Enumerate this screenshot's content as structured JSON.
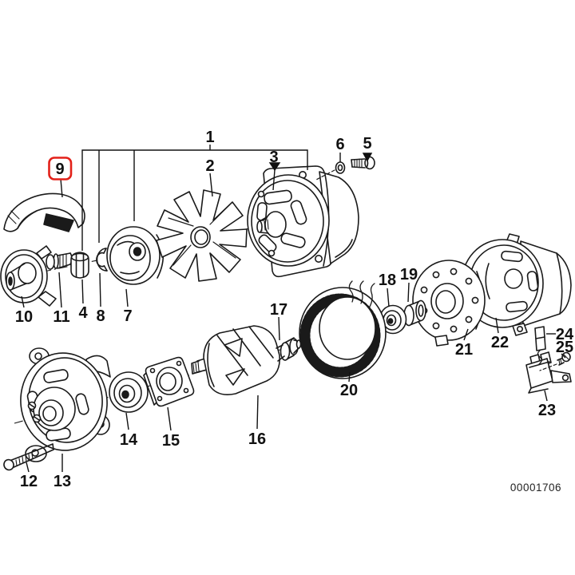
{
  "diagram": {
    "doc_number": "00001706",
    "background": "#ffffff",
    "line_color": "#1a1a1a",
    "highlight_color": "#e32119",
    "highlighted_callout": "9",
    "callouts": [
      {
        "label": "1",
        "highlighted": false
      },
      {
        "label": "2",
        "highlighted": false
      },
      {
        "label": "3",
        "highlighted": false
      },
      {
        "label": "4",
        "highlighted": false
      },
      {
        "label": "5",
        "highlighted": false
      },
      {
        "label": "6",
        "highlighted": false
      },
      {
        "label": "7",
        "highlighted": false
      },
      {
        "label": "8",
        "highlighted": false
      },
      {
        "label": "9",
        "highlighted": true
      },
      {
        "label": "10",
        "highlighted": false
      },
      {
        "label": "11",
        "highlighted": false
      },
      {
        "label": "12",
        "highlighted": false
      },
      {
        "label": "13",
        "highlighted": false
      },
      {
        "label": "14",
        "highlighted": false
      },
      {
        "label": "15",
        "highlighted": false
      },
      {
        "label": "16",
        "highlighted": false
      },
      {
        "label": "17",
        "highlighted": false
      },
      {
        "label": "18",
        "highlighted": false
      },
      {
        "label": "19",
        "highlighted": false
      },
      {
        "label": "20",
        "highlighted": false
      },
      {
        "label": "21",
        "highlighted": false
      },
      {
        "label": "22",
        "highlighted": false
      },
      {
        "label": "23",
        "highlighted": false
      },
      {
        "label": "24",
        "highlighted": false
      },
      {
        "label": "25",
        "highlighted": false
      }
    ]
  }
}
